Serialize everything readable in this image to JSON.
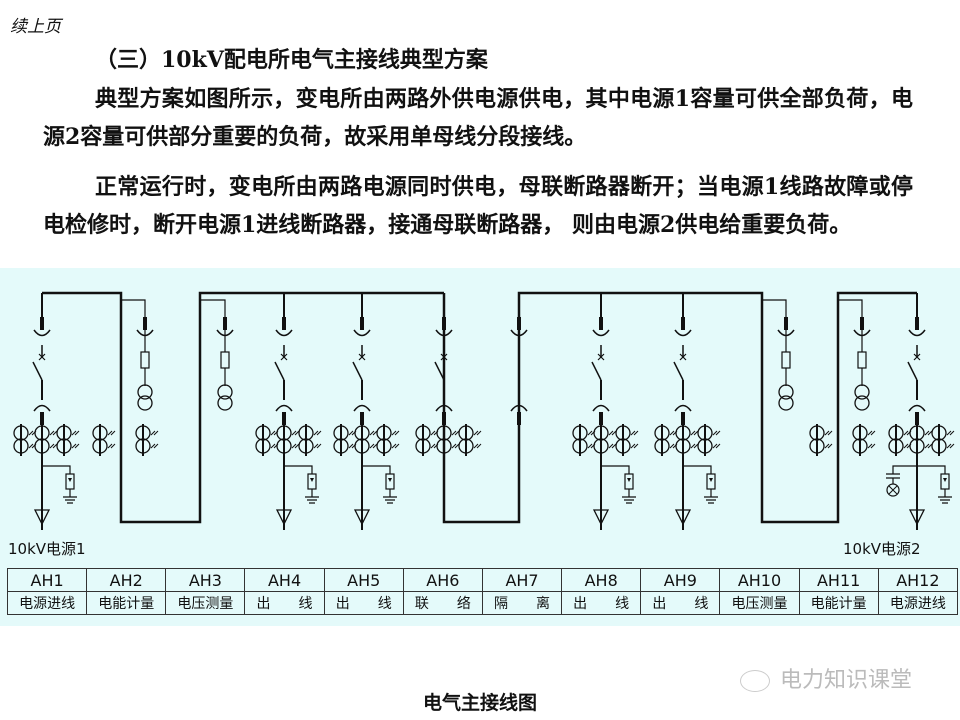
{
  "header": {
    "continued": "续上页",
    "title": "（三）10kV配电所电气主接线典型方案"
  },
  "paragraphs": [
    "典型方案如图所示，变电所由两路外供电源供电，其中电源1容量可供全部负荷，电源2容量可供部分重要的负荷，故采用单母线分段接线。",
    "正常运行时，变电所由两路电源同时供电，母联断路器断开；当电源1线路故障或停电检修时，断开电源1进线断路器，接通母联断路器， 则由电源2供电给重要负荷。"
  ],
  "diagram": {
    "source1_label": "10kV电源1",
    "source2_label": "10kV电源2",
    "background_color": "#e4fafa",
    "line_color": "#111111",
    "panels": [
      {
        "id": "AH1",
        "function": "电源进线"
      },
      {
        "id": "AH2",
        "function": "电能计量"
      },
      {
        "id": "AH3",
        "function": "电压测量"
      },
      {
        "id": "AH4",
        "function": "出　　线"
      },
      {
        "id": "AH5",
        "function": "出　　线"
      },
      {
        "id": "AH6",
        "function": "联　　络"
      },
      {
        "id": "AH7",
        "function": "隔　　离"
      },
      {
        "id": "AH8",
        "function": "出　　线"
      },
      {
        "id": "AH9",
        "function": "出　　线"
      },
      {
        "id": "AH10",
        "function": "电压测量"
      },
      {
        "id": "AH11",
        "function": "电能计量"
      },
      {
        "id": "AH12",
        "function": "电源进线"
      }
    ]
  },
  "watermark": {
    "text": "电力知识课堂",
    "icon": "wechat-icon"
  },
  "caption": "电气主接线图"
}
